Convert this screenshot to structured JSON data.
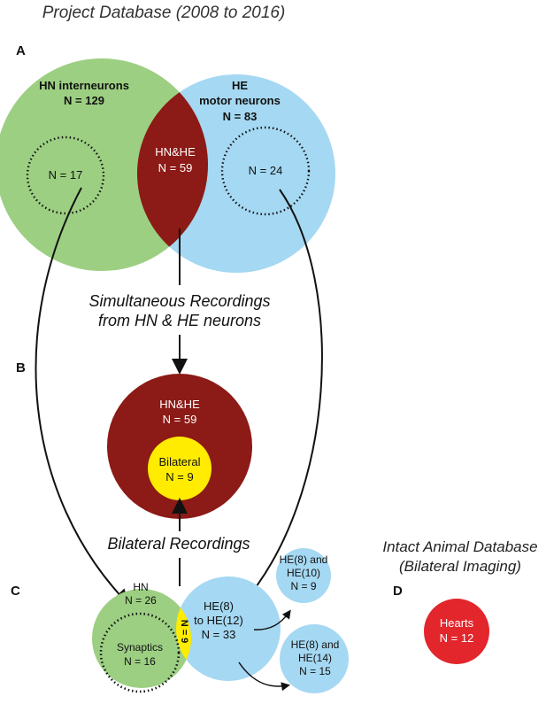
{
  "title": "Project Database (2008 to 2016)",
  "panels": {
    "a": "A",
    "b": "B",
    "c": "C",
    "d": "D"
  },
  "panel_a": {
    "hn_title": "HN interneurons",
    "hn_count": "N = 129",
    "he_title_1": "HE",
    "he_title_2": "motor neurons",
    "he_count": "N = 83",
    "overlap_label": "HN&HE",
    "overlap_count": "N = 59",
    "hn_subset": "N = 17",
    "he_subset": "N = 24"
  },
  "simultaneous": {
    "line1": "Simultaneous Recordings",
    "line2": "from HN & HE neurons"
  },
  "panel_b": {
    "label": "HN&HE",
    "count": "N = 59",
    "bilateral_label": "Bilateral",
    "bilateral_count": "N = 9"
  },
  "bilateral_recordings": "Bilateral Recordings",
  "panel_c": {
    "hn_label": "HN",
    "hn_count": "N = 26",
    "synaptics_label": "Synaptics",
    "synaptics_count": "N = 16",
    "yellow_label": "N = 9",
    "he_line1": "HE(8)",
    "he_line2": "to HE(12)",
    "he_count": "N = 33",
    "he10_line1": "HE(8) and",
    "he10_line2": "HE(10)",
    "he10_count": "N = 9",
    "he14_line1": "HE(8) and",
    "he14_line2": "HE(14)",
    "he14_count": "N = 15"
  },
  "intact": {
    "line1": "Intact Animal Database",
    "line2": "(Bilateral Imaging)",
    "hearts_label": "Hearts",
    "hearts_count": "N = 12"
  },
  "colors": {
    "green": "#9ccf82",
    "light_blue": "#a5d8f2",
    "dark_red": "#8c1a16",
    "yellow": "#ffec00",
    "red": "#e2262c"
  }
}
